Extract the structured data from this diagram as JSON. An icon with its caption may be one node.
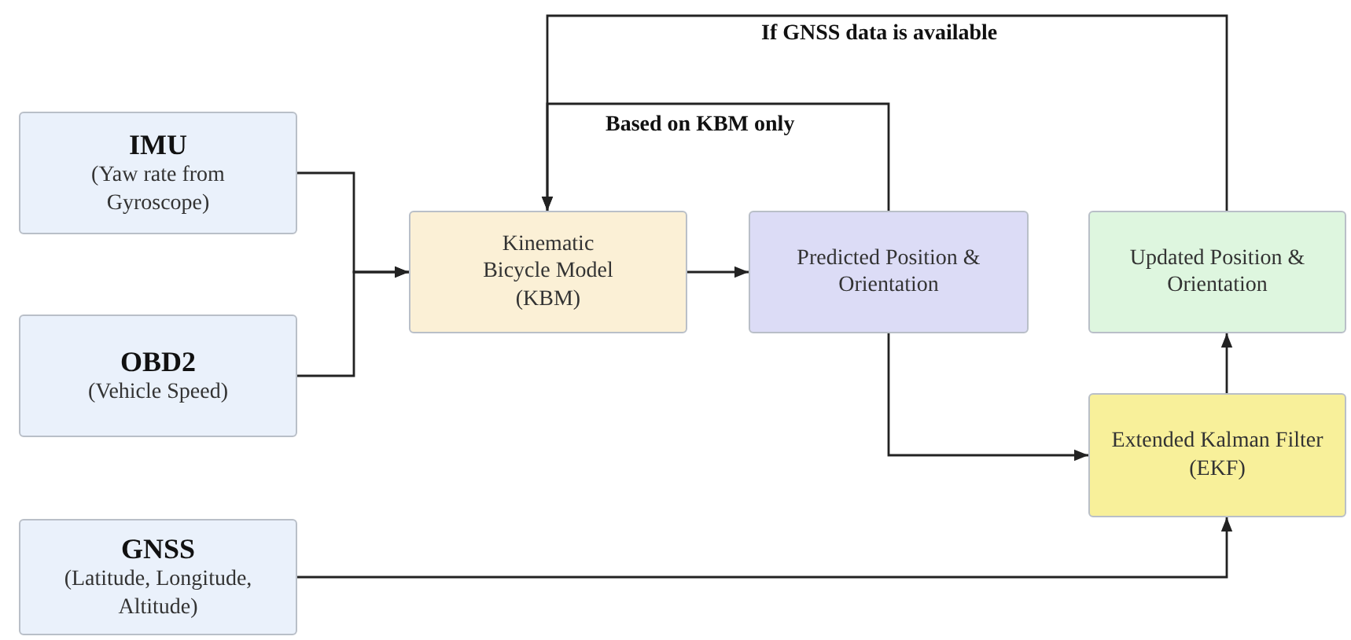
{
  "diagram": {
    "nodes": [
      {
        "text": [
          "IMU",
          "(Yaw rate from Gyroscope)"
        ]
      },
      {
        "text": [
          "OBD2",
          "(Vehicle Speed)"
        ]
      },
      {
        "text": [
          "GNSS",
          "(Latitude, Longitude, Altitude)"
        ]
      },
      {
        "text": [
          "Kinematic Bicycle Model (KBM)"
        ]
      },
      {
        "text": [
          "Predicted Position & Orientation"
        ]
      },
      {
        "text": [
          "Updated Position & Orientation"
        ]
      },
      {
        "text": [
          "Extended Kalman Filter (EKF)"
        ]
      }
    ],
    "edges": [
      {
        "from": 0,
        "to": 3,
        "arrow": "to"
      },
      {
        "from": 1,
        "to": 3,
        "arrow": "to"
      },
      {
        "from": 3,
        "to": 4,
        "arrow": "to"
      },
      {
        "from": 4,
        "to": 3,
        "arrow": "to",
        "label": "Based on KBM only"
      },
      {
        "from": 4,
        "to": 6,
        "arrow": "to"
      },
      {
        "from": 2,
        "to": 6,
        "arrow": "to"
      },
      {
        "from": 6,
        "to": 5,
        "arrow": "to"
      },
      {
        "from": 5,
        "to": 3,
        "arrow": "to",
        "label": "If GNSS data is available"
      }
    ]
  }
}
